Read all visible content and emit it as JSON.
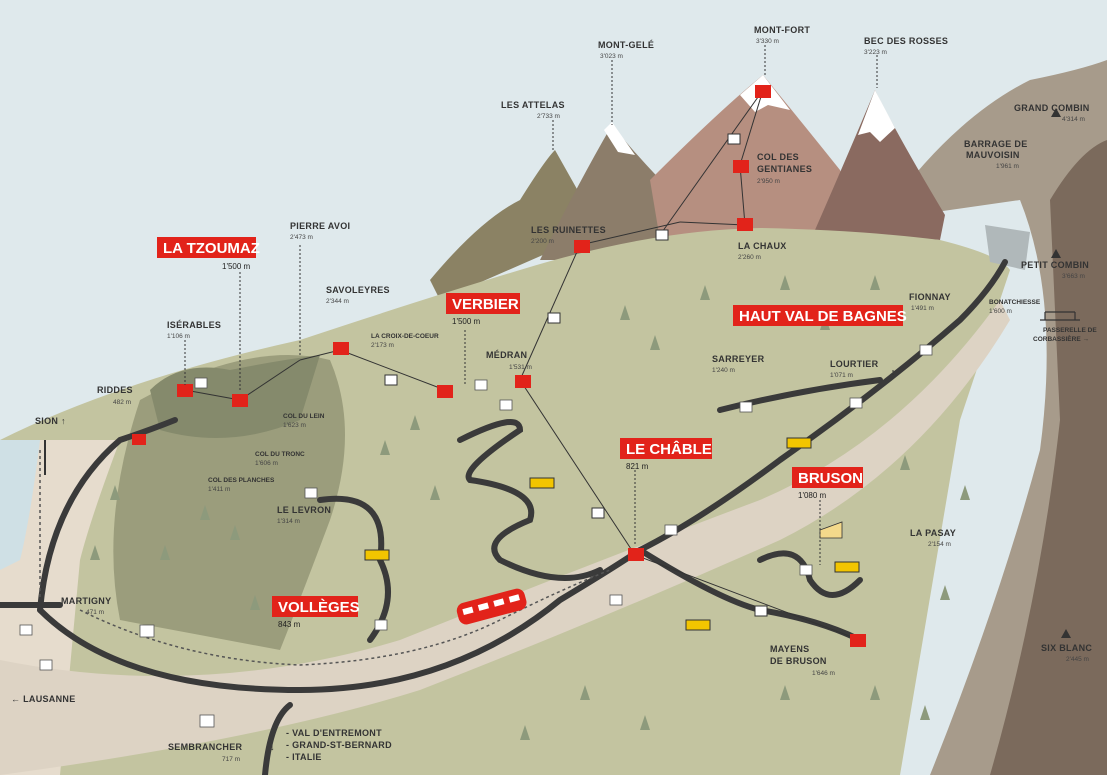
{
  "labels": {
    "la_tzoumaz": "LA TZOUMAZ",
    "la_tzoumaz_elev": "1'500 m",
    "verbier": "VERBIER",
    "verbier_elev": "1'500 m",
    "haut_val_de_bagnes": "HAUT VAL DE BAGNES",
    "le_chable": "LE CHÂBLE",
    "le_chable_elev": "821 m",
    "bruson": "BRUSON",
    "bruson_elev": "1'080 m",
    "volleges": "VOLLÈGES",
    "volleges_elev": "843 m"
  },
  "peaks": {
    "mont_fort": "MONT-FORT",
    "mont_fort_elev": "3'330 m",
    "mont_gele": "MONT-GELÉ",
    "mont_gele_elev": "3'023 m",
    "bec_des_rosses": "BEC DES ROSSES",
    "bec_des_rosses_elev": "3'223 m",
    "les_attelas": "LES ATTELAS",
    "les_attelas_elev": "2'733 m",
    "grand_combin": "GRAND COMBIN",
    "grand_combin_elev": "4'314 m",
    "petit_combin": "PETIT COMBIN",
    "petit_combin_elev": "3'663 m",
    "six_blanc": "SIX BLANC",
    "six_blanc_elev": "2'445 m",
    "pierre_avoi": "PIERRE AVOI",
    "pierre_avoi_elev": "2'473 m"
  },
  "places": {
    "barrage_1": "BARRAGE DE",
    "barrage_2": "MAUVOISIN",
    "barrage_elev": "1'961 m",
    "gentianes_1": "COL DES",
    "gentianes_2": "GENTIANES",
    "gentianes_elev": "2'950 m",
    "ruinettes": "LES RUINETTES",
    "ruinettes_elev": "2'200 m",
    "la_chaux": "LA CHAUX",
    "la_chaux_elev": "2'260 m",
    "savoleyres": "SAVOLEYRES",
    "savoleyres_elev": "2'344 m",
    "croix": "LA CROIX-DE-COEUR",
    "croix_elev": "2'173 m",
    "iserables": "ISÉRABLES",
    "iserables_elev": "1'106 m",
    "fionnay": "FIONNAY",
    "fionnay_elev": "1'491 m",
    "bonatchiesse": "BONATCHIESSE",
    "bonatchiesse_elev": "1'600 m",
    "passerelle_1": "PASSERELLE DE",
    "passerelle_2": "CORBASSIÈRE →",
    "medran": "MÉDRAN",
    "medran_elev": "1'531 m",
    "sarreyer": "SARREYER",
    "sarreyer_elev": "1'240 m",
    "lourtier": "LOURTIER",
    "lourtier_elev": "1'071 m",
    "riddes": "RIDDES",
    "riddes_elev": "482 m",
    "sion": "SION ↑",
    "col_lein": "COL DU LEIN",
    "col_lein_elev": "1'623 m",
    "col_tronc": "COL DU TRONC",
    "col_tronc_elev": "1'606 m",
    "col_planches": "COL DES PLANCHES",
    "col_planches_elev": "1'411 m",
    "levron": "LE LEVRON",
    "levron_elev": "1'314 m",
    "pasay": "LA PASAY",
    "pasay_elev": "2'154 m",
    "martigny": "MARTIGNY",
    "martigny_elev": "471 m",
    "mayens_1": "MAYENS",
    "mayens_2": "DE BRUSON",
    "mayens_elev": "1'646 m",
    "lausanne": "← LAUSANNE",
    "sembrancher": "SEMBRANCHER",
    "sembrancher_elev": "717 m",
    "dest_1": "- VAL D'ENTREMONT",
    "dest_2": "- GRAND-ST-BERNARD",
    "dest_3": "- ITALIE",
    "arrow_down": "↓"
  }
}
